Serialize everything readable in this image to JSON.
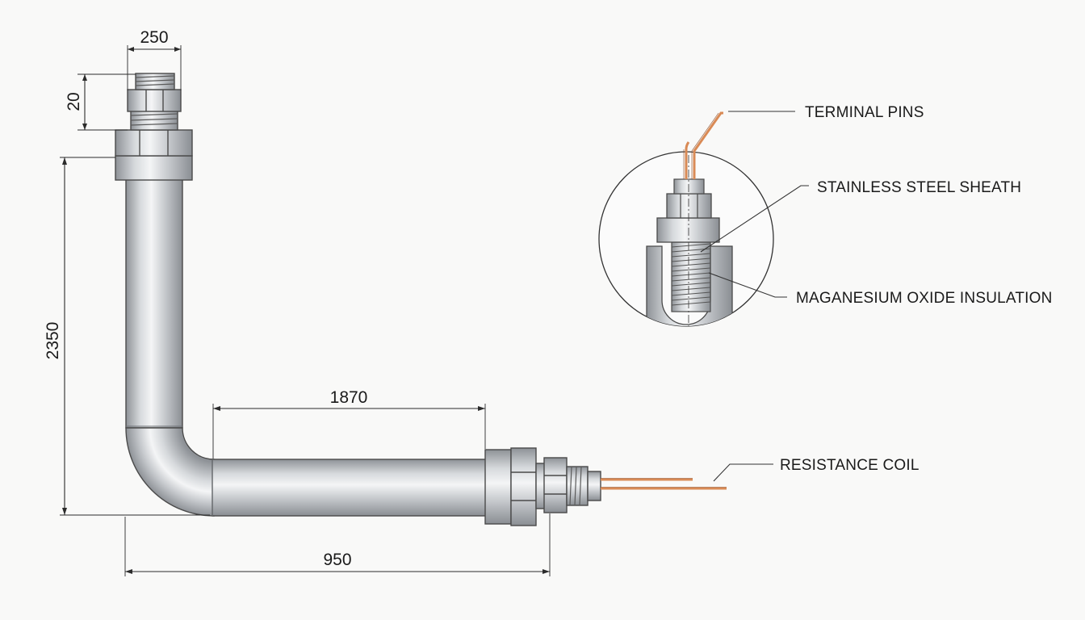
{
  "dimensions": {
    "top_width": "250",
    "top_height": "20",
    "vertical_length": "2350",
    "horizontal_length": "1870",
    "overall_width": "950"
  },
  "callouts": {
    "terminal_pins": "TERMINAL PINS",
    "sheath": "STAINLESS STEEL SHEATH",
    "insulation": "MAGANESIUM OXIDE INSULATION",
    "coil": "RESISTANCE COIL"
  },
  "colors": {
    "steel_light": "#f2f3f4",
    "steel_mid": "#c4c7cb",
    "steel_dark": "#8e9297",
    "copper": "#d98a55",
    "line": "#2b2b2b"
  }
}
